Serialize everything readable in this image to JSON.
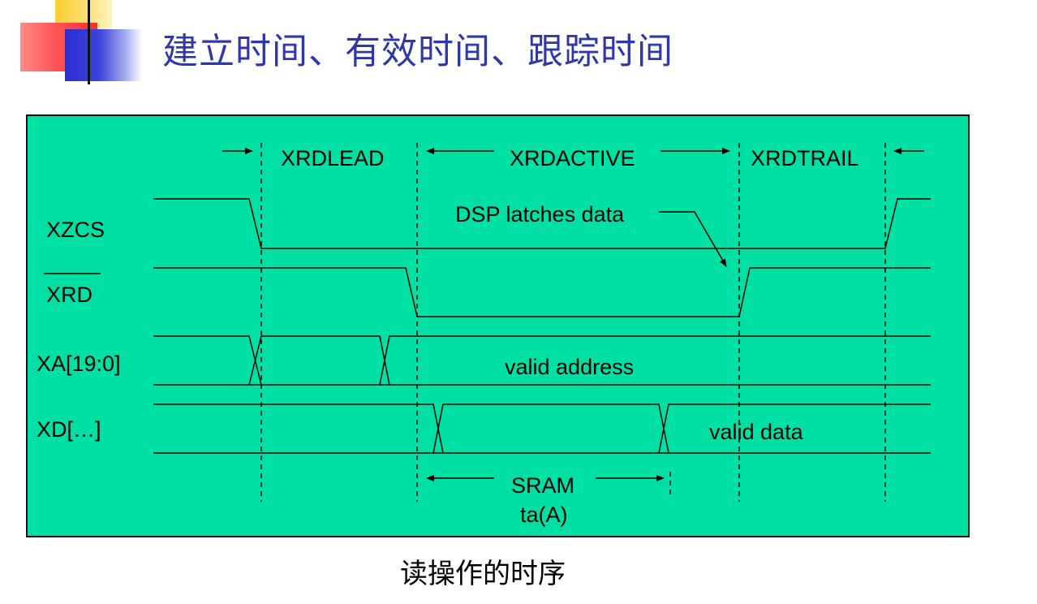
{
  "slide": {
    "title": "建立时间、有效时间、跟踪时间",
    "caption": "读操作的时序"
  },
  "diagram": {
    "phases": {
      "lead": "XRDLEAD",
      "active": "XRDACTIVE",
      "trail": "XRDTRAIL"
    },
    "annotation": "DSP latches data",
    "signals": {
      "xzcs": "XZCS",
      "xrd": "XRD",
      "xa": "XA[19:0]",
      "xd": "XD[…]"
    },
    "bus_labels": {
      "address": "valid address",
      "data": "valid data"
    },
    "access_time": {
      "line1": "SRAM",
      "line2": "ta(A)"
    },
    "colors": {
      "background": "#00e0a4",
      "lines": "#000000",
      "title": "#2e38a8"
    }
  }
}
